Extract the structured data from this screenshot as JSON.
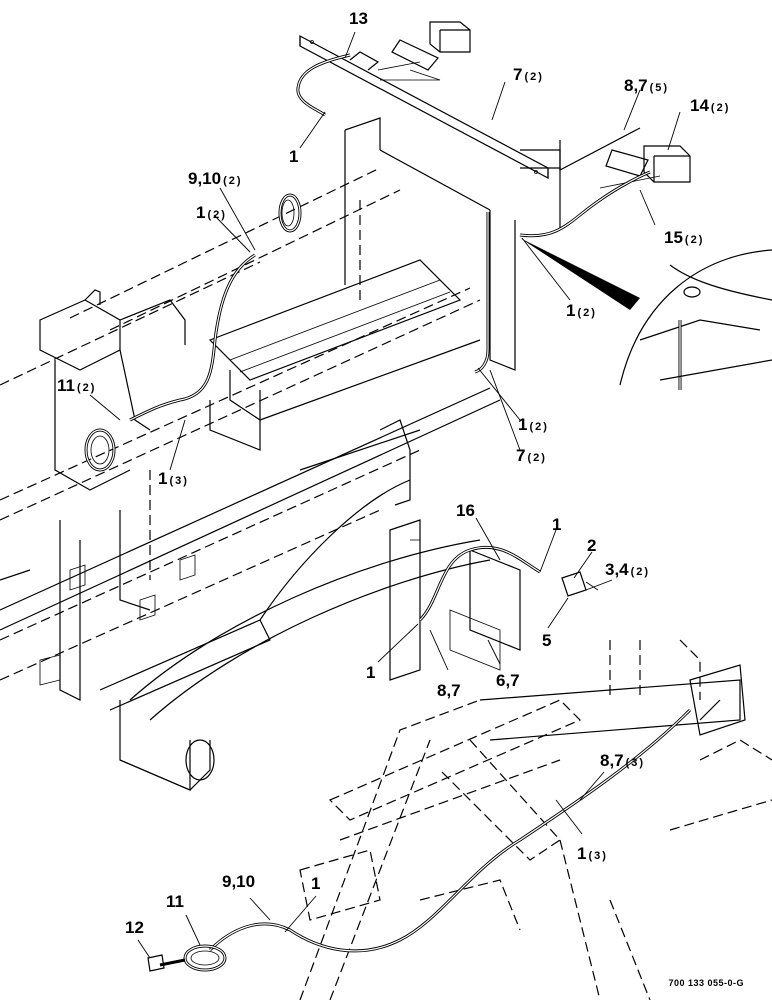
{
  "callouts": [
    {
      "id": "c13",
      "num": "13",
      "qty": ""
    },
    {
      "id": "c7a",
      "num": "7",
      "qty": "(2)"
    },
    {
      "id": "c87a",
      "num": "8,7",
      "qty": "(5)"
    },
    {
      "id": "c14",
      "num": "14",
      "qty": "(2)"
    },
    {
      "id": "c1a",
      "num": "1",
      "qty": ""
    },
    {
      "id": "c910a",
      "num": "9,10",
      "qty": "(2)"
    },
    {
      "id": "c1b",
      "num": "1",
      "qty": "(2)"
    },
    {
      "id": "c15",
      "num": "15",
      "qty": "(2)"
    },
    {
      "id": "c1c",
      "num": "1",
      "qty": "(2)"
    },
    {
      "id": "c11a",
      "num": "11",
      "qty": "(2)"
    },
    {
      "id": "c1d",
      "num": "1",
      "qty": "(2)"
    },
    {
      "id": "c7b",
      "num": "7",
      "qty": "(2)"
    },
    {
      "id": "c1e",
      "num": "1",
      "qty": "(3)"
    },
    {
      "id": "c16",
      "num": "16",
      "qty": ""
    },
    {
      "id": "c1f",
      "num": "1",
      "qty": ""
    },
    {
      "id": "c2",
      "num": "2",
      "qty": ""
    },
    {
      "id": "c34",
      "num": "3,4",
      "qty": "(2)"
    },
    {
      "id": "c5",
      "num": "5",
      "qty": ""
    },
    {
      "id": "c1g",
      "num": "1",
      "qty": ""
    },
    {
      "id": "c87b",
      "num": "8,7",
      "qty": ""
    },
    {
      "id": "c67",
      "num": "6,7",
      "qty": ""
    },
    {
      "id": "c87c",
      "num": "8,7",
      "qty": "(3)"
    },
    {
      "id": "c1h",
      "num": "1",
      "qty": "(3)"
    },
    {
      "id": "c910b",
      "num": "9,10",
      "qty": ""
    },
    {
      "id": "c1i",
      "num": "1",
      "qty": ""
    },
    {
      "id": "c11b",
      "num": "11",
      "qty": ""
    },
    {
      "id": "c12",
      "num": "12",
      "qty": ""
    }
  ],
  "drawing_code": "700 133 055-0-G"
}
